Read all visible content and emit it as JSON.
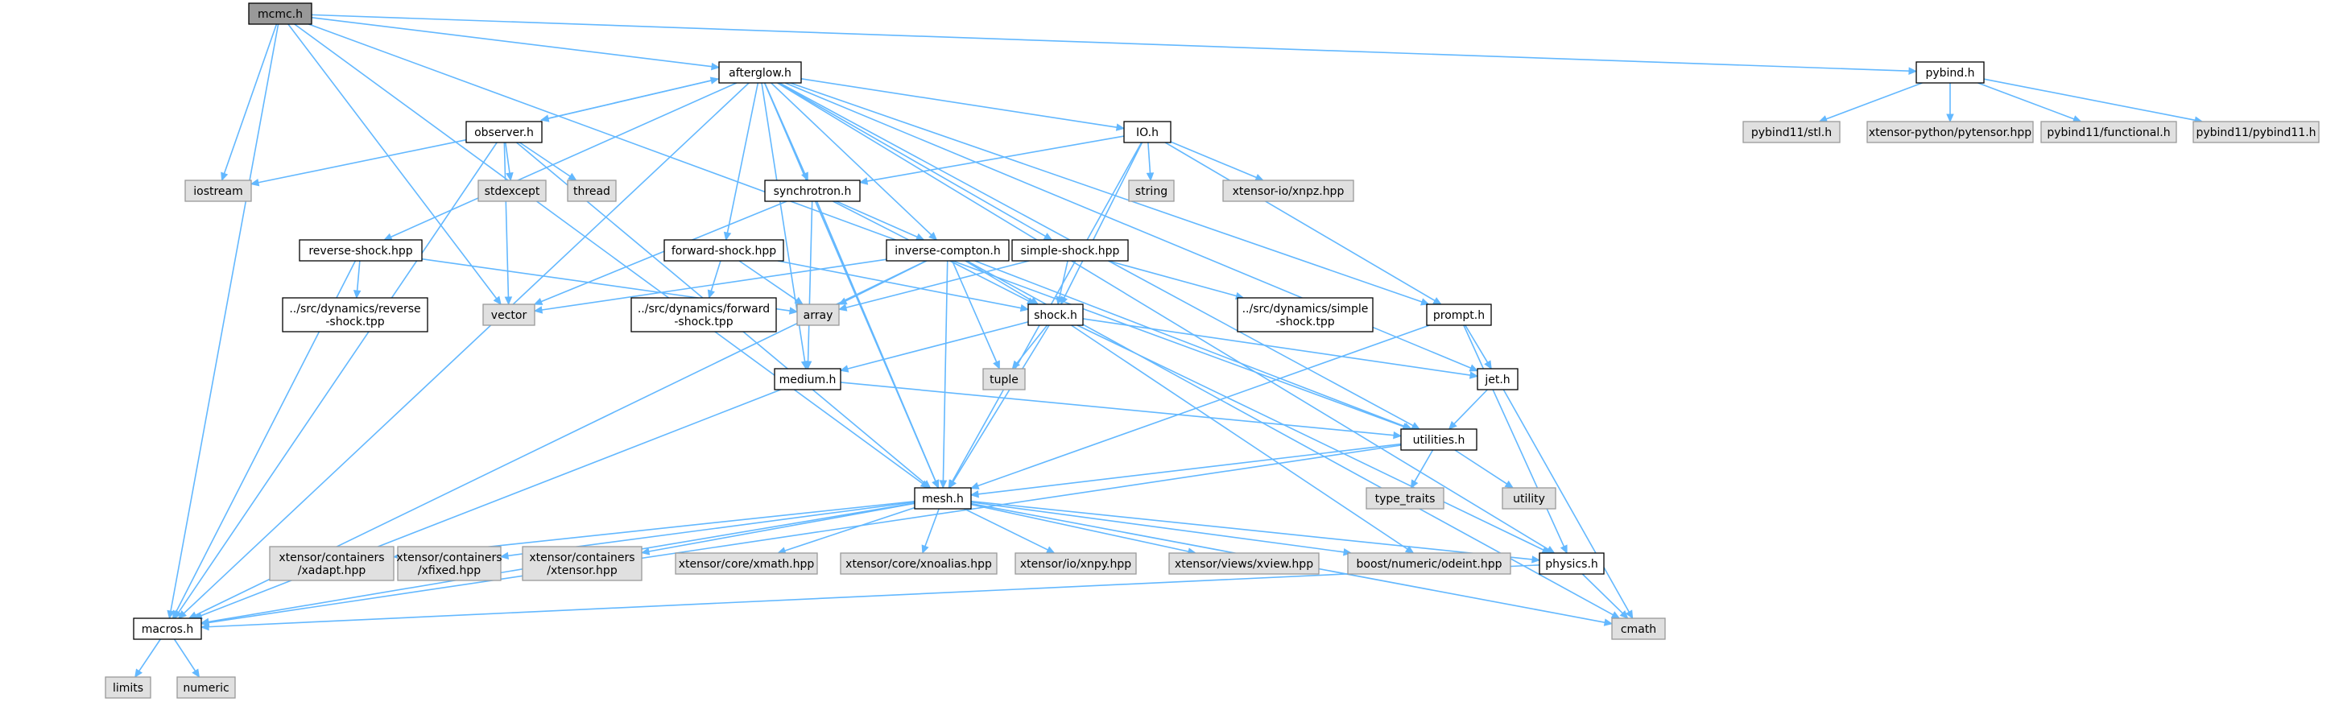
{
  "title": "mcmc.h",
  "colors": {
    "edge": "#63b8ff",
    "root_fill": "#999999",
    "node_fill": "#ffffff",
    "system_fill": "#e0e0e0",
    "node_stroke": "#000000",
    "system_stroke": "#999999",
    "text": "#000000"
  },
  "nodes": [
    {
      "id": "mcmc",
      "lines": [
        "mcmc.h"
      ],
      "kind": "root"
    },
    {
      "id": "afterglow",
      "lines": [
        "afterglow.h"
      ],
      "kind": "file"
    },
    {
      "id": "pybind",
      "lines": [
        "pybind.h"
      ],
      "kind": "file"
    },
    {
      "id": "pb_stl",
      "lines": [
        "pybind11/stl.h"
      ],
      "kind": "system"
    },
    {
      "id": "xt_pytensor",
      "lines": [
        "xtensor-python/pytensor.hpp"
      ],
      "kind": "system"
    },
    {
      "id": "pb_functional",
      "lines": [
        "pybind11/functional.h"
      ],
      "kind": "system"
    },
    {
      "id": "pb_pybind11",
      "lines": [
        "pybind11/pybind11.h"
      ],
      "kind": "system"
    },
    {
      "id": "observer",
      "lines": [
        "observer.h"
      ],
      "kind": "file"
    },
    {
      "id": "IO",
      "lines": [
        "IO.h"
      ],
      "kind": "file"
    },
    {
      "id": "iostream",
      "lines": [
        "iostream"
      ],
      "kind": "system"
    },
    {
      "id": "stdexcept",
      "lines": [
        "stdexcept"
      ],
      "kind": "system"
    },
    {
      "id": "thread",
      "lines": [
        "thread"
      ],
      "kind": "system"
    },
    {
      "id": "string",
      "lines": [
        "string"
      ],
      "kind": "system"
    },
    {
      "id": "xnpz",
      "lines": [
        "xtensor-io/xnpz.hpp"
      ],
      "kind": "system"
    },
    {
      "id": "synchrotron",
      "lines": [
        "synchrotron.h"
      ],
      "kind": "file"
    },
    {
      "id": "reverse_shock",
      "lines": [
        "reverse-shock.hpp"
      ],
      "kind": "file"
    },
    {
      "id": "forward_shock",
      "lines": [
        "forward-shock.hpp"
      ],
      "kind": "file"
    },
    {
      "id": "inverse_compton",
      "lines": [
        "inverse-compton.h"
      ],
      "kind": "file"
    },
    {
      "id": "simple_shock",
      "lines": [
        "simple-shock.hpp"
      ],
      "kind": "file"
    },
    {
      "id": "rs_tpp",
      "lines": [
        "../src/dynamics/reverse",
        "-shock.tpp"
      ],
      "kind": "file"
    },
    {
      "id": "vector",
      "lines": [
        "vector"
      ],
      "kind": "system"
    },
    {
      "id": "fs_tpp",
      "lines": [
        "../src/dynamics/forward",
        "-shock.tpp"
      ],
      "kind": "file"
    },
    {
      "id": "array",
      "lines": [
        "array"
      ],
      "kind": "system"
    },
    {
      "id": "shock",
      "lines": [
        "shock.h"
      ],
      "kind": "file"
    },
    {
      "id": "ss_tpp",
      "lines": [
        "../src/dynamics/simple",
        "-shock.tpp"
      ],
      "kind": "file"
    },
    {
      "id": "prompt",
      "lines": [
        "prompt.h"
      ],
      "kind": "file"
    },
    {
      "id": "tuple",
      "lines": [
        "tuple"
      ],
      "kind": "system"
    },
    {
      "id": "medium",
      "lines": [
        "medium.h"
      ],
      "kind": "file"
    },
    {
      "id": "jet",
      "lines": [
        "jet.h"
      ],
      "kind": "file"
    },
    {
      "id": "utilities",
      "lines": [
        "utilities.h"
      ],
      "kind": "file"
    },
    {
      "id": "type_traits",
      "lines": [
        "type_traits"
      ],
      "kind": "system"
    },
    {
      "id": "utility",
      "lines": [
        "utility"
      ],
      "kind": "system"
    },
    {
      "id": "mesh",
      "lines": [
        "mesh.h"
      ],
      "kind": "file"
    },
    {
      "id": "xadapt",
      "lines": [
        "xtensor/containers",
        "/xadapt.hpp"
      ],
      "kind": "system"
    },
    {
      "id": "xfixed",
      "lines": [
        "xtensor/containers",
        "/xfixed.hpp"
      ],
      "kind": "system"
    },
    {
      "id": "xtensor",
      "lines": [
        "xtensor/containers",
        "/xtensor.hpp"
      ],
      "kind": "system"
    },
    {
      "id": "xmath",
      "lines": [
        "xtensor/core/xmath.hpp"
      ],
      "kind": "system"
    },
    {
      "id": "xnoalias",
      "lines": [
        "xtensor/core/xnoalias.hpp"
      ],
      "kind": "system"
    },
    {
      "id": "xnpy",
      "lines": [
        "xtensor/io/xnpy.hpp"
      ],
      "kind": "system"
    },
    {
      "id": "xview",
      "lines": [
        "xtensor/views/xview.hpp"
      ],
      "kind": "system"
    },
    {
      "id": "odeint",
      "lines": [
        "boost/numeric/odeint.hpp"
      ],
      "kind": "system"
    },
    {
      "id": "physics",
      "lines": [
        "physics.h"
      ],
      "kind": "file"
    },
    {
      "id": "macros",
      "lines": [
        "macros.h"
      ],
      "kind": "file"
    },
    {
      "id": "cmath",
      "lines": [
        "cmath"
      ],
      "kind": "system"
    },
    {
      "id": "limits",
      "lines": [
        "limits"
      ],
      "kind": "system"
    },
    {
      "id": "numeric",
      "lines": [
        "numeric"
      ],
      "kind": "system"
    }
  ],
  "edges": [
    [
      "mcmc",
      "afterglow"
    ],
    [
      "mcmc",
      "pybind"
    ],
    [
      "mcmc",
      "iostream"
    ],
    [
      "mcmc",
      "vector"
    ],
    [
      "mcmc",
      "mesh"
    ],
    [
      "mcmc",
      "macros"
    ],
    [
      "mcmc",
      "utilities"
    ],
    [
      "pybind",
      "pb_stl"
    ],
    [
      "pybind",
      "xt_pytensor"
    ],
    [
      "pybind",
      "pb_functional"
    ],
    [
      "pybind",
      "pb_pybind11"
    ],
    [
      "afterglow",
      "observer"
    ],
    [
      "afterglow",
      "IO"
    ],
    [
      "afterglow",
      "synchrotron"
    ],
    [
      "afterglow",
      "reverse_shock"
    ],
    [
      "afterglow",
      "forward_shock"
    ],
    [
      "afterglow",
      "inverse_compton"
    ],
    [
      "afterglow",
      "simple_shock"
    ],
    [
      "afterglow",
      "medium"
    ],
    [
      "afterglow",
      "prompt"
    ],
    [
      "afterglow",
      "jet"
    ],
    [
      "afterglow",
      "utilities"
    ],
    [
      "afterglow",
      "mesh"
    ],
    [
      "afterglow",
      "physics"
    ],
    [
      "afterglow",
      "macros"
    ],
    [
      "observer",
      "afterglow"
    ],
    [
      "observer",
      "iostream"
    ],
    [
      "observer",
      "stdexcept"
    ],
    [
      "observer",
      "thread"
    ],
    [
      "observer",
      "vector"
    ],
    [
      "observer",
      "mesh"
    ],
    [
      "observer",
      "macros"
    ],
    [
      "IO",
      "string"
    ],
    [
      "IO",
      "xnpz"
    ],
    [
      "IO",
      "synchrotron"
    ],
    [
      "IO",
      "shock"
    ],
    [
      "IO",
      "mesh"
    ],
    [
      "IO",
      "prompt"
    ],
    [
      "synchrotron",
      "inverse_compton"
    ],
    [
      "synchrotron",
      "shock"
    ],
    [
      "synchrotron",
      "medium"
    ],
    [
      "synchrotron",
      "vector"
    ],
    [
      "synchrotron",
      "mesh"
    ],
    [
      "reverse_shock",
      "rs_tpp"
    ],
    [
      "reverse_shock",
      "array"
    ],
    [
      "reverse_shock",
      "macros"
    ],
    [
      "forward_shock",
      "fs_tpp"
    ],
    [
      "forward_shock",
      "array"
    ],
    [
      "forward_shock",
      "shock"
    ],
    [
      "inverse_compton",
      "vector"
    ],
    [
      "inverse_compton",
      "array"
    ],
    [
      "inverse_compton",
      "shock"
    ],
    [
      "inverse_compton",
      "tuple"
    ],
    [
      "inverse_compton",
      "mesh"
    ],
    [
      "inverse_compton",
      "utilities"
    ],
    [
      "inverse_compton",
      "cmath"
    ],
    [
      "inverse_compton",
      "macros"
    ],
    [
      "simple_shock",
      "ss_tpp"
    ],
    [
      "simple_shock",
      "array"
    ],
    [
      "simple_shock",
      "shock"
    ],
    [
      "shock",
      "tuple"
    ],
    [
      "shock",
      "medium"
    ],
    [
      "shock",
      "jet"
    ],
    [
      "shock",
      "mesh"
    ],
    [
      "shock",
      "physics"
    ],
    [
      "shock",
      "odeint"
    ],
    [
      "prompt",
      "jet"
    ],
    [
      "prompt",
      "mesh"
    ],
    [
      "prompt",
      "physics"
    ],
    [
      "medium",
      "utilities"
    ],
    [
      "medium",
      "macros"
    ],
    [
      "jet",
      "utilities"
    ],
    [
      "jet",
      "cmath"
    ],
    [
      "utilities",
      "type_traits"
    ],
    [
      "utilities",
      "utility"
    ],
    [
      "utilities",
      "mesh"
    ],
    [
      "utilities",
      "macros"
    ],
    [
      "mesh",
      "xadapt"
    ],
    [
      "mesh",
      "xfixed"
    ],
    [
      "mesh",
      "xtensor"
    ],
    [
      "mesh",
      "xmath"
    ],
    [
      "mesh",
      "xnoalias"
    ],
    [
      "mesh",
      "xnpy"
    ],
    [
      "mesh",
      "xview"
    ],
    [
      "mesh",
      "odeint"
    ],
    [
      "mesh",
      "physics"
    ],
    [
      "mesh",
      "macros"
    ],
    [
      "mesh",
      "cmath"
    ],
    [
      "physics",
      "cmath"
    ],
    [
      "physics",
      "macros"
    ],
    [
      "macros",
      "limits"
    ],
    [
      "macros",
      "numeric"
    ]
  ]
}
